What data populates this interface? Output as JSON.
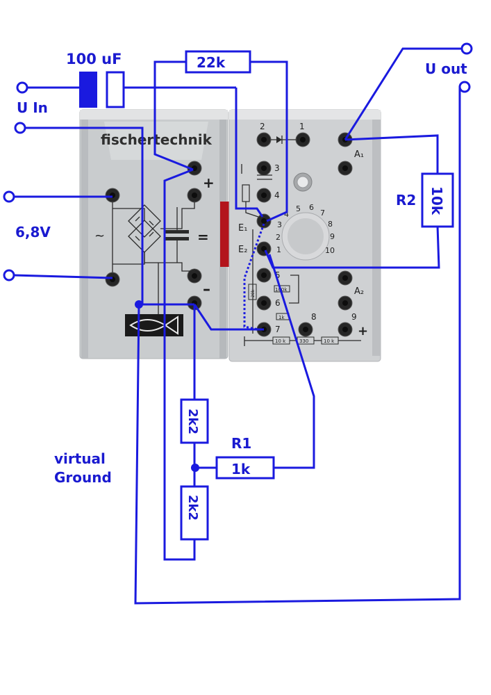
{
  "labels": {
    "capacitor_value": "100 uF",
    "resistor_22k": "22k",
    "u_in": "U In",
    "u_out": "U out",
    "supply_voltage": "6,8V",
    "r2_name": "R2",
    "r2_value": "10k",
    "r1_name": "R1",
    "r1_value": "1k",
    "divider_top": "2k2",
    "divider_bottom": "2k2",
    "virtual_ground_line1": "virtual",
    "virtual_ground_line2": "Ground"
  },
  "module_left": {
    "brand": "fischertechnik",
    "plus_sign": "+",
    "minus_sign": "–",
    "equals_sign": "=",
    "ac_sign": "~"
  },
  "module_right": {
    "pin_numbers": [
      "1",
      "2",
      "3",
      "4",
      "5",
      "6",
      "7",
      "8",
      "9"
    ],
    "pin_e1": "E₁",
    "pin_e2": "E₂",
    "pin_a1": "A₁",
    "pin_a2": "A₂",
    "plus_sign": "+",
    "dial_numbers": [
      "1",
      "2",
      "3",
      "4",
      "5",
      "6",
      "7",
      "8",
      "9",
      "10"
    ],
    "printed_100k": "100k",
    "printed_1k": "1k",
    "printed_10k_a": "10 k",
    "printed_330": "330",
    "printed_10k_b": "10 k",
    "printed_trim": "20k"
  },
  "colors": {
    "wire": "#1a1adf",
    "label": "#1a1ad0",
    "module_red": "#b3141c",
    "capacitor_fill": "#1a1adf"
  }
}
